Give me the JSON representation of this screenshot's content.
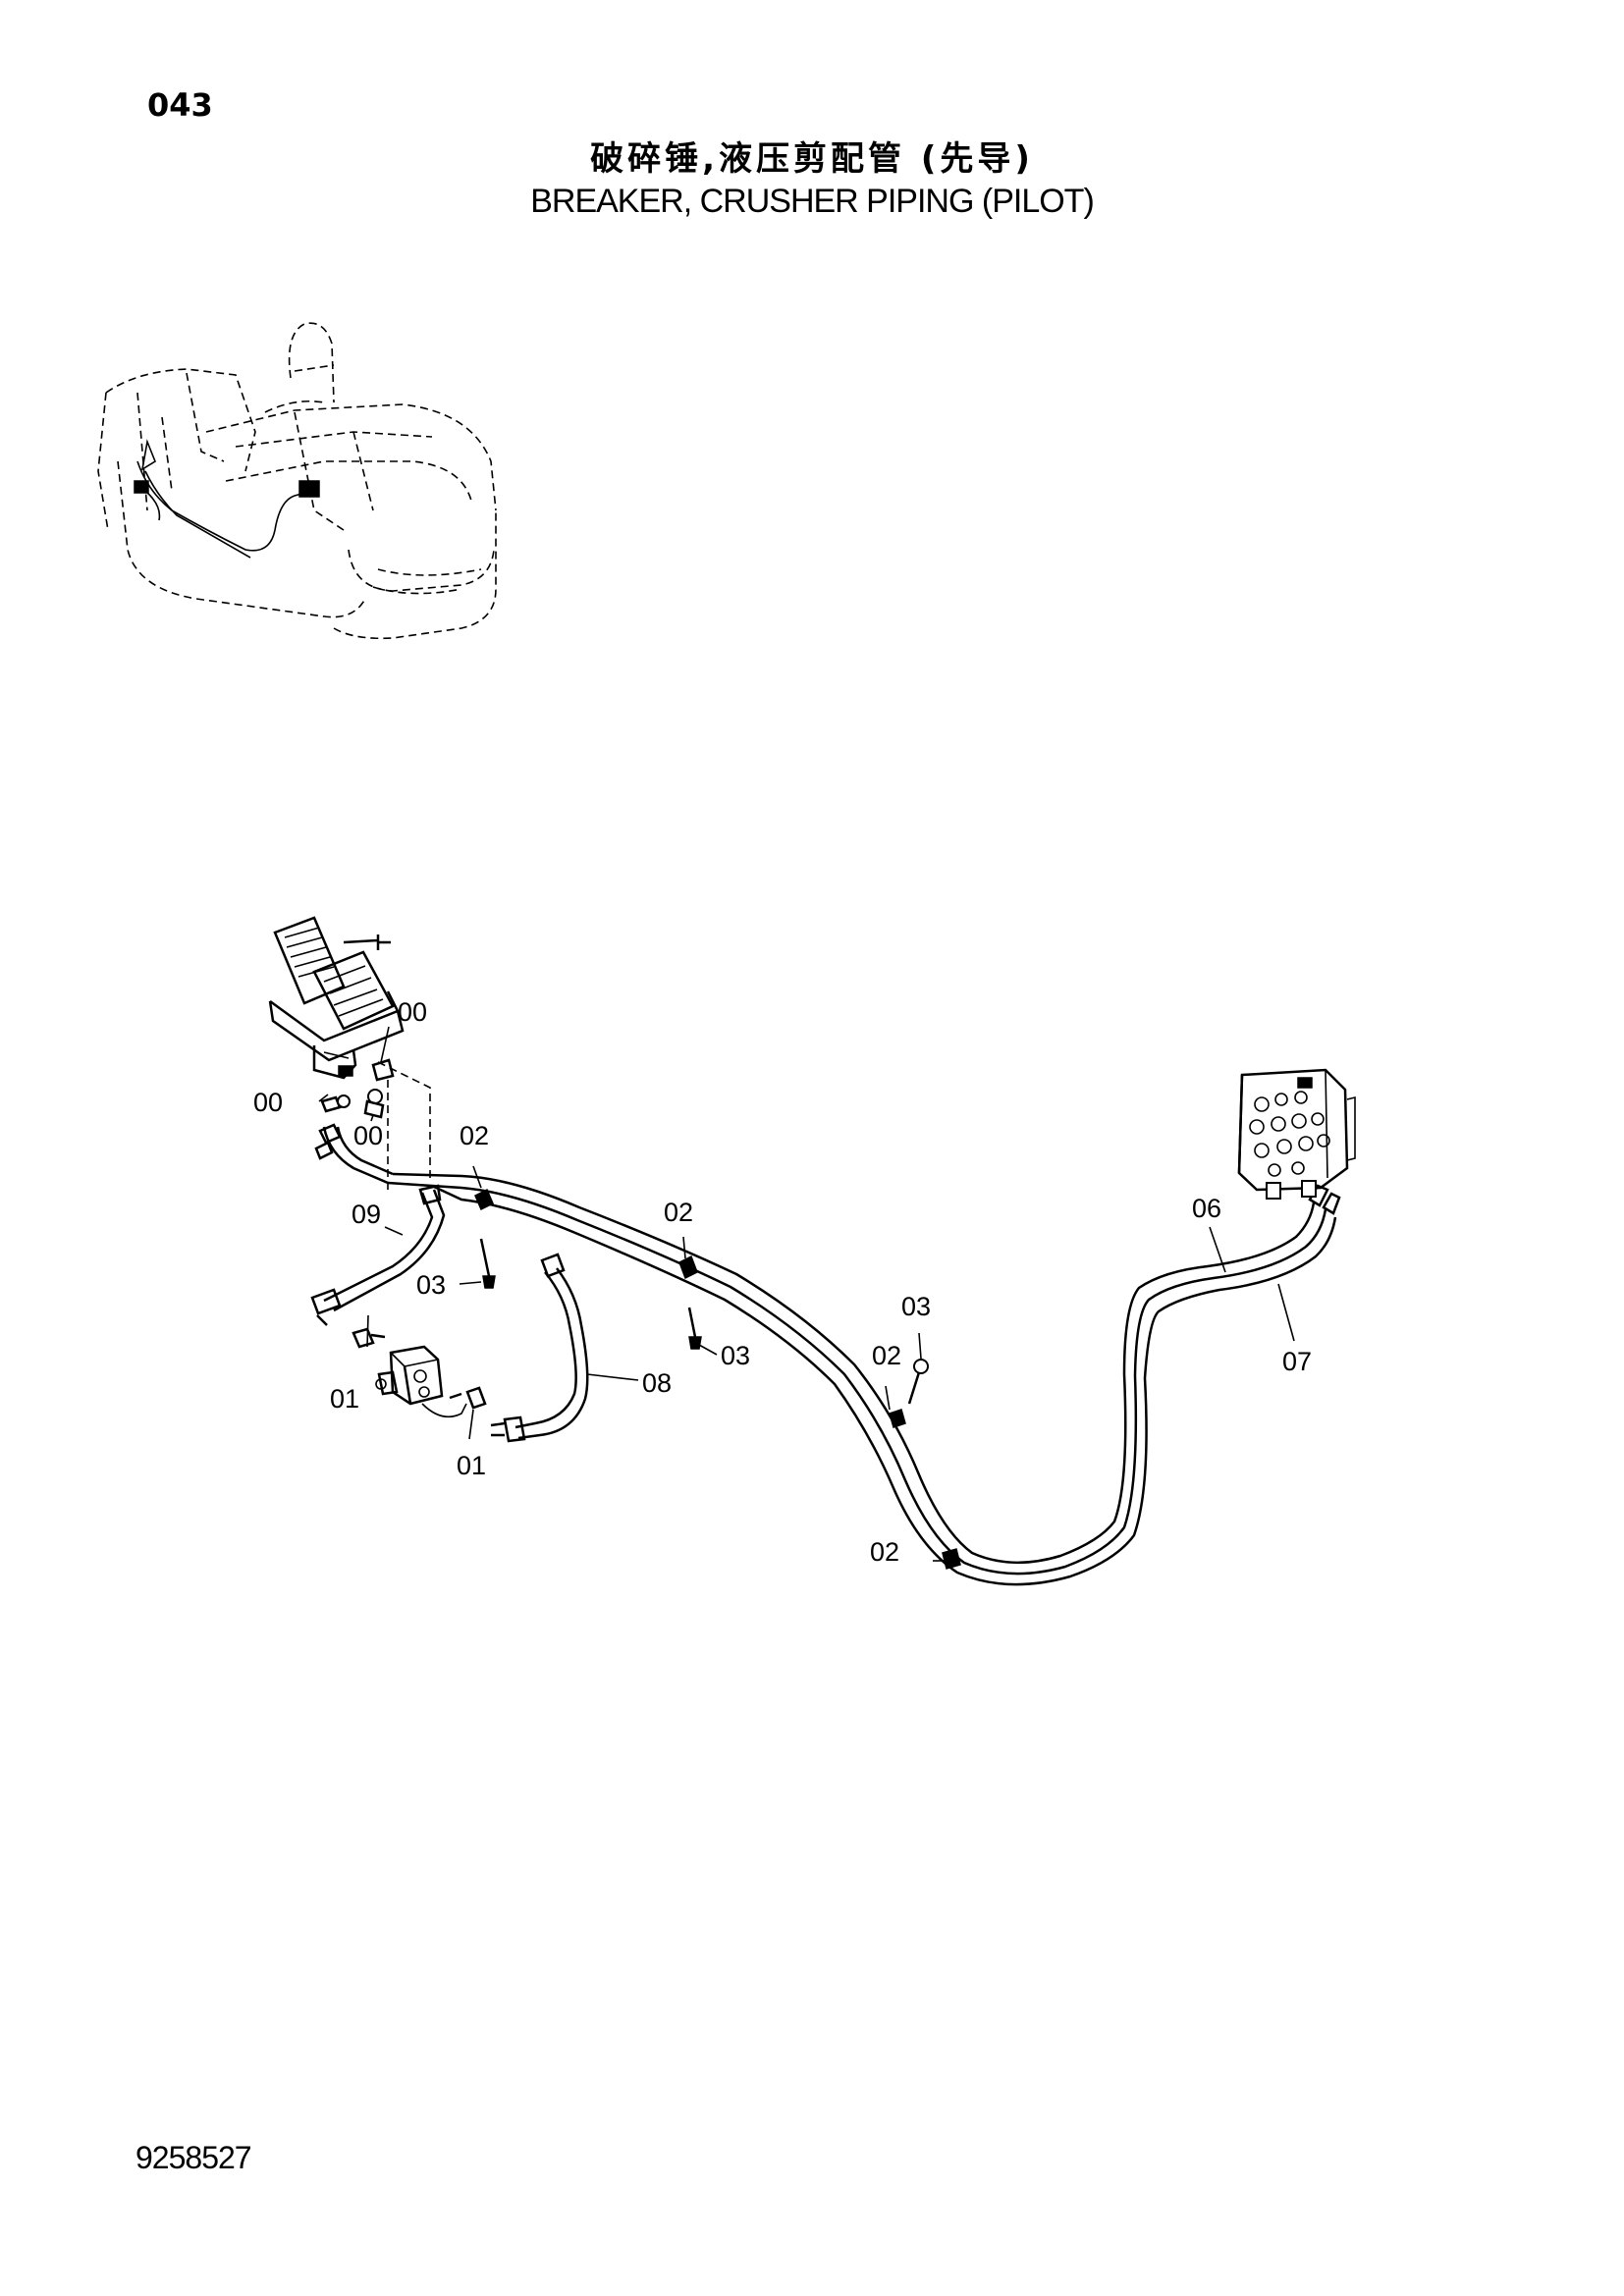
{
  "header": {
    "page_number": "043",
    "title_cn": "破碎锤,液压剪配管 (先导)",
    "title_en": "BREAKER, CRUSHER PIPING (PILOT)"
  },
  "footer": {
    "doc_number": "9258527"
  },
  "diagram": {
    "callouts": {
      "c00a": "00",
      "c00b": "00",
      "c00c": "00",
      "c09": "09",
      "c02a": "02",
      "c02b": "02",
      "c02c": "02",
      "c02d": "02",
      "c03a": "03",
      "c03b": "03",
      "c03c": "03",
      "c01a": "01",
      "c01b": "01",
      "c08": "08",
      "c06": "06",
      "c07": "07"
    }
  }
}
